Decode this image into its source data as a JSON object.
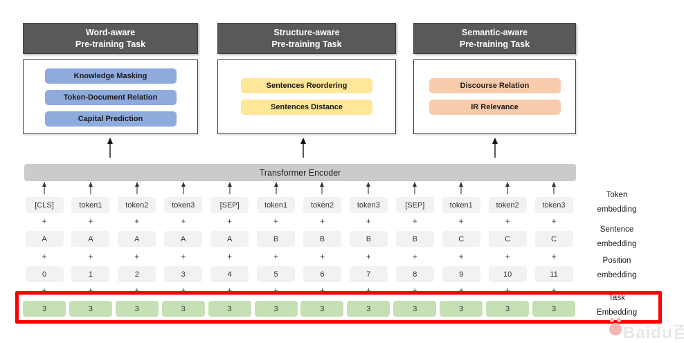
{
  "panels": [
    {
      "title_line1": "Word-aware",
      "title_line2": "Pre-training Task",
      "accent_color": "#8FAADC",
      "tasks": [
        "Knowledge Masking",
        "Token-Document Relation",
        "Capital Prediction"
      ]
    },
    {
      "title_line1": "Structure-aware",
      "title_line2": "Pre-training Task",
      "accent_color": "#FFE699",
      "tasks": [
        "Sentences Reordering",
        "Sentences Distance"
      ]
    },
    {
      "title_line1": "Semantic-aware",
      "title_line2": "Pre-training Task",
      "accent_color": "#F8CBAD",
      "tasks": [
        "Discourse Relation",
        "IR Relevance"
      ]
    }
  ],
  "encoder_label": "Transformer Encoder",
  "plus": "+",
  "rows": {
    "token": {
      "label_line1": "Token",
      "label_line2": "embedding",
      "cell_color": "#F2F2F2",
      "cells": [
        "[CLS]",
        "token1",
        "token2",
        "token3",
        "[SEP]",
        "token1",
        "token2",
        "token3",
        "[SEP]",
        "token1",
        "token2",
        "token3"
      ]
    },
    "sentence": {
      "label_line1": "Sentence",
      "label_line2": "embedding",
      "cell_color": "#F2F2F2",
      "cells": [
        "A",
        "A",
        "A",
        "A",
        "A",
        "B",
        "B",
        "B",
        "B",
        "C",
        "C",
        "C"
      ]
    },
    "position": {
      "label_line1": "Position",
      "label_line2": "embedding",
      "cell_color": "#F2F2F2",
      "cells": [
        "0",
        "1",
        "2",
        "3",
        "4",
        "5",
        "6",
        "7",
        "8",
        "9",
        "10",
        "11"
      ]
    },
    "task": {
      "label_line1": "Task",
      "label_line2": "Embedding",
      "cell_color": "#C5E0B4",
      "highlight_color": "#FE0000",
      "cells": [
        "3",
        "3",
        "3",
        "3",
        "3",
        "3",
        "3",
        "3",
        "3",
        "3",
        "3",
        "3"
      ]
    }
  },
  "watermark": "Baidu百度"
}
